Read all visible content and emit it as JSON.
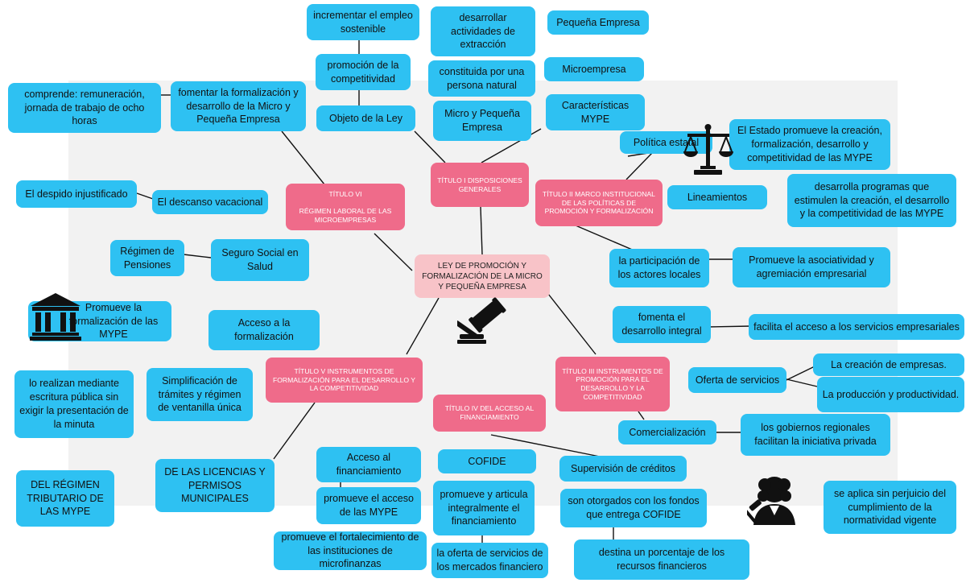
{
  "colors": {
    "blue": "#2ec1f2",
    "pink": "#ef6b8a",
    "center": "#f8c3c8",
    "panel": "#f2f2f2",
    "line": "#111111"
  },
  "center": "LEY DE PROMOCIÓN Y FORMALIZACIÓN DE LA MICRO Y PEQUEÑA EMPRESA",
  "titles": {
    "t1": "TÍTULO I DISPOSICIONES GENERALES",
    "t2": "TÍTULO II MARCO INSTITUCIONAL DE LAS POLÍTICAS DE PROMOCIÓN Y FORMALIZACIÓN",
    "t3": "TÍTULO III INSTRUMENTOS DE PROMOCIÓN PARA EL DESARROLLO Y LA COMPETITIVIDAD",
    "t4": "TÍTULO IV DEL ACCESO AL FINANCIAMIENTO",
    "t5": "TÍTULO V INSTRUMENTOS DE FORMALIZACIÓN PARA EL DESARROLLO Y LA COMPETITIVIDAD",
    "t6": "TÍTULO VI\n\nRÉGIMEN LABORAL DE LAS MICROEMPRESAS"
  },
  "nodes": {
    "n01": "incrementar el empleo sostenible",
    "n02": "promoción de la competitividad",
    "n03": "Objeto de la Ley",
    "n04": "fomentar la formalización y desarrollo de la Micro y Pequeña Empresa",
    "n05": "comprende: remuneración, jornada de trabajo de ocho horas",
    "n06": "desarrollar actividades de extracción",
    "n07": "constituida por una persona natural",
    "n08": "Micro y Pequeña Empresa",
    "n09": "Pequeña Empresa",
    "n10": "Microempresa",
    "n11": "Características MYPE",
    "n12": "Política estatal",
    "n13": "El Estado promueve la creación, formalización, desarrollo y competitividad de las MYPE",
    "n14": "desarrolla programas que estimulen la creación, el desarrollo y la competitividad de las MYPE",
    "n15": "Lineamientos",
    "n16": "la participación de los actores locales",
    "n17": "Promueve la asociatividad y agremiación empresarial",
    "n18": "El despido injustificado",
    "n19": "El descanso vacacional",
    "n20": "Régimen de Pensiones",
    "n21": "Seguro Social en Salud",
    "n22": "Promueve la formalización de las MYPE",
    "n23": "Acceso a la formalización",
    "n24": "lo realizan mediante escritura pública sin exigir la presentación de la minuta",
    "n25": "Simplificación de trámites y régimen de ventanilla única",
    "n26": "DE LAS LICENCIAS Y PERMISOS MUNICIPALES",
    "n27": "DEL RÉGIMEN TRIBUTARIO DE LAS MYPE",
    "n28": "fomenta el desarrollo integral",
    "n29": "facilita el acceso a los servicios empresariales",
    "n30": "Oferta de servicios",
    "n31": "La creación de empresas.",
    "n32": "La producción y productividad.",
    "n33": "Comercialización",
    "n34": "los gobiernos regionales facilitan la iniciativa privada",
    "n35": "Acceso al financiamiento",
    "n36": "promueve el acceso de las MYPE",
    "n37": "promueve el fortalecimiento de las instituciones de microfinanzas",
    "n38": "COFIDE",
    "n39": "promueve y articula integralmente el financiamiento",
    "n40": "la oferta de servicios de los mercados financiero",
    "n41": "Supervisión de créditos",
    "n42": "son otorgados con los fondos que entrega COFIDE",
    "n43": "destina un porcentaje de los recursos financieros",
    "n44": "se aplica sin perjuicio del cumplimiento de la normatividad vigente"
  },
  "icons": [
    "scales-icon",
    "courthouse-icon",
    "gavel-icon",
    "judge-icon"
  ]
}
